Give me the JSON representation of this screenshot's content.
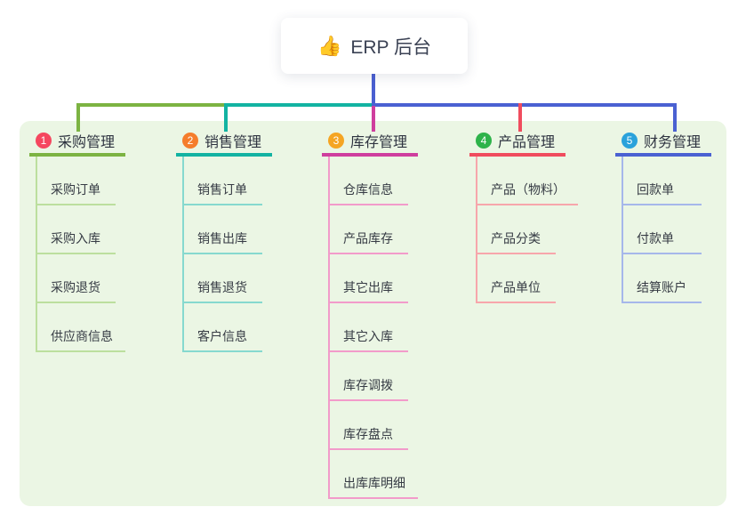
{
  "root": {
    "icon": "👍",
    "label": "ERP 后台"
  },
  "branches": [
    {
      "num": "1",
      "label": "采购管理",
      "children": [
        "采购订单",
        "采购入库",
        "采购退货",
        "供应商信息"
      ]
    },
    {
      "num": "2",
      "label": "销售管理",
      "children": [
        "销售订单",
        "销售出库",
        "销售退货",
        "客户信息"
      ]
    },
    {
      "num": "3",
      "label": "库存管理",
      "children": [
        "仓库信息",
        "产品库存",
        "其它出库",
        "其它入库",
        "库存调拨",
        "库存盘点",
        "出库库明细"
      ]
    },
    {
      "num": "4",
      "label": "产品管理",
      "children": [
        "产品（物料）",
        "产品分类",
        "产品单位"
      ]
    },
    {
      "num": "5",
      "label": "财务管理",
      "children": [
        "回款单",
        "付款单",
        "结算账户"
      ]
    }
  ],
  "colors": {
    "canvas_bg": "#ffffff",
    "panel_bg": "#ebf6e4",
    "root_connector": "#4a5fd1",
    "branch_1": {
      "line": "#7cb342",
      "child_line": "#bcdf9e",
      "badge": "#f5475f"
    },
    "branch_2": {
      "line": "#12b3a2",
      "child_line": "#86d9cf",
      "badge": "#f57d2c"
    },
    "branch_3": {
      "line": "#cf3e9e",
      "child_line": "#f29bca",
      "badge": "#f5a523"
    },
    "branch_4": {
      "line": "#f04c5e",
      "child_line": "#f7a6ab",
      "badge": "#2eb34a"
    },
    "branch_5": {
      "line": "#4a61d2",
      "child_line": "#a6b7ea",
      "badge": "#2aa2db"
    },
    "text_title": "#2e3340",
    "text_child": "#363b44"
  }
}
